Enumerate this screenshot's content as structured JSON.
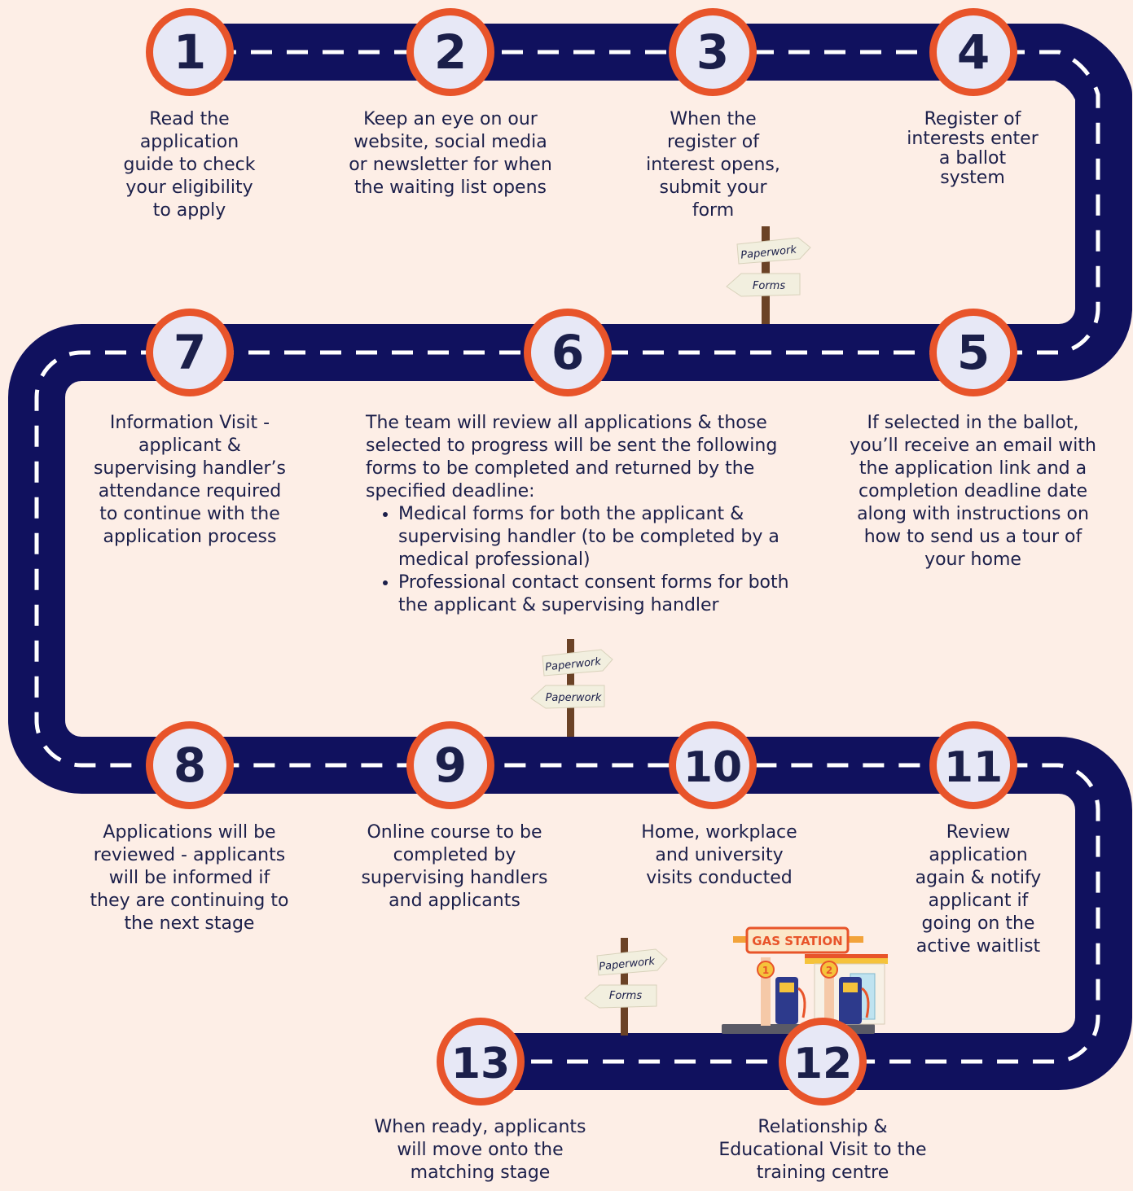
{
  "colors": {
    "background": "#fdeee6",
    "road": "#10115e",
    "dash": "#ffffff",
    "marker_ring": "#e8542a",
    "marker_fill": "#e7e8f6",
    "marker_text": "#1b1f4a",
    "text": "#1b1f4a"
  },
  "steps": [
    {
      "number": "1",
      "text": "Read the application guide to check your eligibility to apply"
    },
    {
      "number": "2",
      "text": "Keep an eye on our website, social media or newsletter for when the waiting list opens"
    },
    {
      "number": "3",
      "text": "When the register of interest opens, submit your form"
    },
    {
      "number": "4",
      "text": "Register of interests enter a ballot system"
    },
    {
      "number": "5",
      "text": "If selected in the ballot, you’ll receive an email with the application link and a completion deadline date along with instructions on how to send us a tour of your home"
    },
    {
      "number": "6",
      "text": "The team will review all applications & those selected to progress will be sent the following forms to be completed and returned by the specified deadline:",
      "bullets": [
        "Medical forms for both the applicant & supervising handler (to be completed by a medical professional)",
        "Professional contact consent forms for both the applicant & supervising handler"
      ]
    },
    {
      "number": "7",
      "text": "Information Visit - applicant & supervising handler’s attendance required to continue with the application process"
    },
    {
      "number": "8",
      "text": "Applications will be reviewed - applicants will be informed if they are continuing to the next stage"
    },
    {
      "number": "9",
      "text": "Online course to be completed by supervising handlers and applicants"
    },
    {
      "number": "10",
      "text": "Home, workplace and university visits conducted"
    },
    {
      "number": "11",
      "text": "Review application again & notify applicant if going on the active waitlist"
    },
    {
      "number": "12",
      "text": "Relationship & Educational Visit to the training centre"
    },
    {
      "number": "13",
      "text": "When ready, applicants will move onto the matching stage"
    }
  ],
  "signposts": [
    {
      "top": "Paperwork",
      "bottom": "Forms"
    },
    {
      "top": "Paperwork",
      "bottom": "Paperwork"
    },
    {
      "top": "Paperwork",
      "bottom": "Forms"
    }
  ],
  "gas_station": {
    "sign": "GAS STATION",
    "pump1": "1",
    "pump2": "2"
  }
}
